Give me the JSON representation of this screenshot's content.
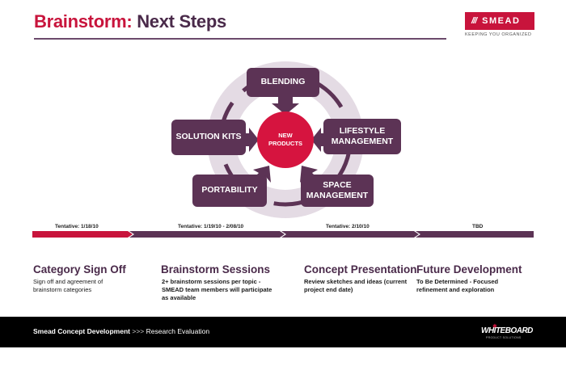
{
  "header": {
    "title_accent": "Brainstorm:",
    "title_rest": " Next Steps",
    "logo_mark": "///",
    "logo_name": "SMEAD",
    "tagline": "KEEPING YOU ORGANIZED"
  },
  "diagram": {
    "center": "NEW\nPRODUCTS",
    "nodes": {
      "blending": "BLENDING",
      "solution_kits": "SOLUTION KITS",
      "lifestyle": "LIFESTYLE\nMANAGEMENT",
      "portability": "PORTABILITY",
      "space": "SPACE\nMANAGEMENT"
    }
  },
  "timeline": {
    "phases": [
      {
        "date": "Tentative: 1/18/10",
        "title": "Category Sign Off",
        "desc": "Sign off and agreement of\nbrainstorm categories"
      },
      {
        "date": "Tentative: 1/19/10 - 2/08/10",
        "title": "Brainstorm Sessions",
        "desc": "2+ brainstorm sessions per topic -\nSMEAD team members will participate\nas available"
      },
      {
        "date": "Tentative: 2/10/10",
        "title": "Concept Presentation",
        "desc": "Review sketches and ideas (current\nproject end date)"
      },
      {
        "date": "TBD",
        "title": "Future Development",
        "desc": "To Be Determined  - Focused\nrefinement and exploration"
      }
    ]
  },
  "footer": {
    "strong": "Smead Concept Development",
    "sep": ">>>",
    "rest": "Research Evaluation",
    "logo": "WHITEBOARD",
    "logo_sub": "PRODUCT SOLUTIONS"
  },
  "colors": {
    "accent": "#c8143c",
    "node": "#5c3355",
    "ring": "#e4dbe4",
    "center": "#d6143f",
    "bar_dark": "#5c3355",
    "bar_red": "#c8143c"
  }
}
